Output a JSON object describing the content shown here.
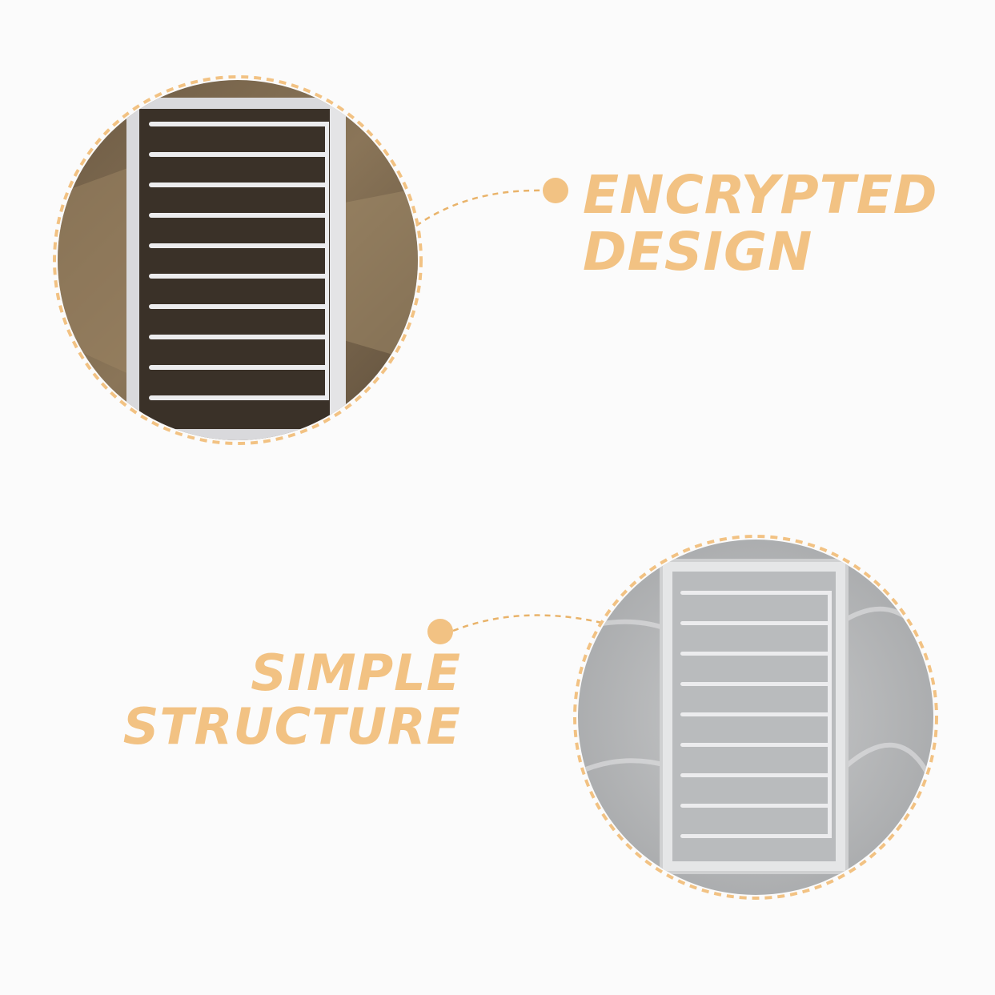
{
  "colors": {
    "accent": "#f2c283",
    "background": "#fbfbfb",
    "dash": "#e9b36a"
  },
  "features": [
    {
      "line1": "ENCRYPTED",
      "line2": "DESIGN",
      "image": "white-wire-rack-on-cardboard"
    },
    {
      "line1": "SIMPLE",
      "line2": "STRUCTURE",
      "image": "white-wire-rack-on-foil"
    }
  ]
}
